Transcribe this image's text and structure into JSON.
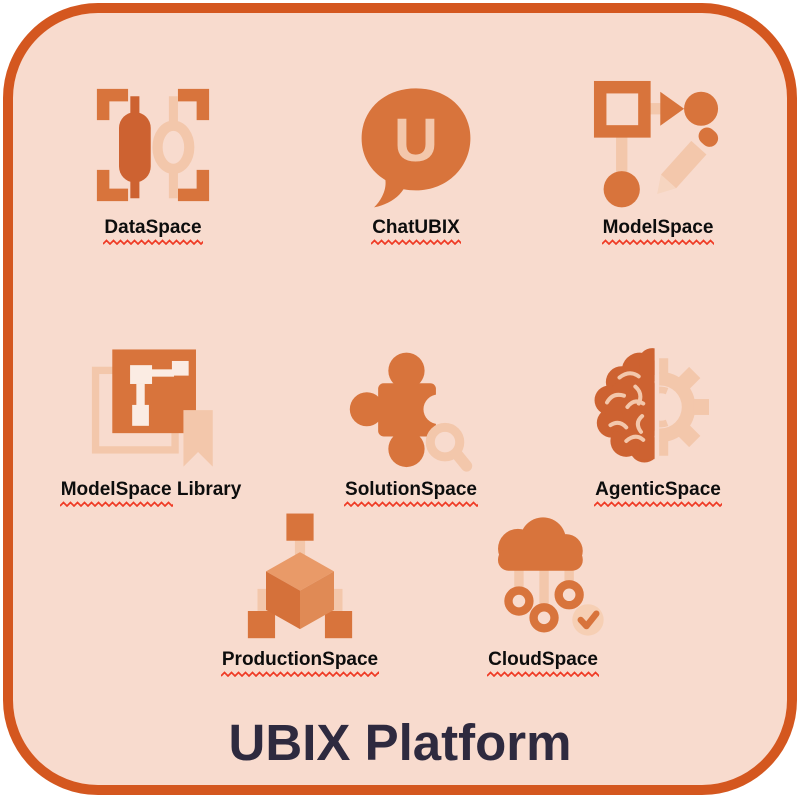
{
  "panel": {
    "title": "UBIX Platform",
    "items": [
      {
        "name": "DataSpace",
        "label_main": "DataSpace",
        "label_suffix": "",
        "icon": "data-scan-icon"
      },
      {
        "name": "ChatUBIX",
        "label_main": "ChatUBIX",
        "label_suffix": "",
        "icon": "chat-bubble-u-icon"
      },
      {
        "name": "ModelSpace",
        "label_main": "ModelSpace",
        "label_suffix": "",
        "icon": "flowchart-pencil-icon"
      },
      {
        "name": "ModelSpace Library",
        "label_main": "ModelSpace",
        "label_suffix": " Library",
        "icon": "library-bookmark-icon"
      },
      {
        "name": "SolutionSpace",
        "label_main": "SolutionSpace",
        "label_suffix": "",
        "icon": "puzzle-magnifier-icon"
      },
      {
        "name": "AgenticSpace",
        "label_main": "AgenticSpace",
        "label_suffix": "",
        "icon": "brain-gear-icon"
      },
      {
        "name": "ProductionSpace",
        "label_main": "ProductionSpace",
        "label_suffix": "",
        "icon": "cube-network-icon"
      },
      {
        "name": "CloudSpace",
        "label_main": "CloudSpace",
        "label_suffix": "",
        "icon": "cloud-check-icon"
      }
    ],
    "chat_bubble_letter": "U",
    "colors": {
      "panel_background": "#f8dbce",
      "panel_border": "#d4571f",
      "icon_orange": "#d8743c",
      "icon_dark_orange": "#cd6231",
      "icon_light_peach": "#f3c7ab",
      "title_text": "#2e2a3f",
      "label_text": "#0d0d0d",
      "spellcheck_red": "#ef3b25",
      "outer_background": "#ffffff"
    }
  }
}
